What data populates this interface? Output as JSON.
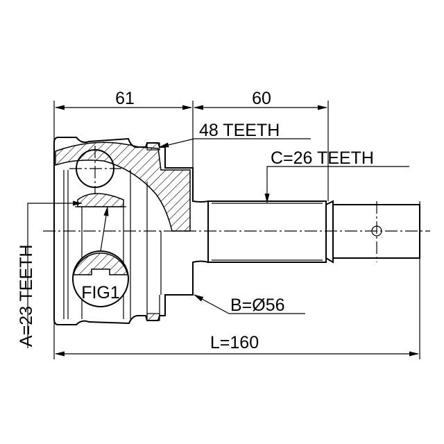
{
  "dimensions": {
    "housing_length": "61",
    "shaft_length": "60",
    "outer_teeth": "48 TEETH",
    "shaft_teeth": "C=26 TEETH",
    "inner_teeth": "A=23 TEETH",
    "seal_diameter": "B=Ø56",
    "total_length": "L=160"
  },
  "detail_label": "FIG1"
}
